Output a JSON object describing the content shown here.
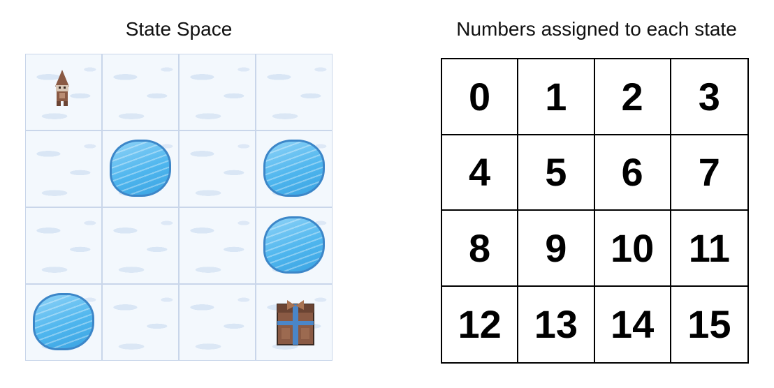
{
  "left_panel": {
    "title": "State Space",
    "tiles": [
      {
        "kind": "start",
        "icon": "elf-icon"
      },
      {
        "kind": "frozen"
      },
      {
        "kind": "frozen"
      },
      {
        "kind": "frozen"
      },
      {
        "kind": "frozen"
      },
      {
        "kind": "hole",
        "icon": "ice-hole-icon"
      },
      {
        "kind": "frozen"
      },
      {
        "kind": "hole",
        "icon": "ice-hole-icon"
      },
      {
        "kind": "frozen"
      },
      {
        "kind": "frozen"
      },
      {
        "kind": "frozen"
      },
      {
        "kind": "hole",
        "icon": "ice-hole-icon"
      },
      {
        "kind": "hole",
        "icon": "ice-hole-icon"
      },
      {
        "kind": "frozen"
      },
      {
        "kind": "frozen"
      },
      {
        "kind": "goal",
        "icon": "gift-box-icon"
      }
    ]
  },
  "right_panel": {
    "title": "Numbers assigned to each state",
    "numbers": [
      "0",
      "1",
      "2",
      "3",
      "4",
      "5",
      "6",
      "7",
      "8",
      "9",
      "10",
      "11",
      "12",
      "13",
      "14",
      "15"
    ]
  },
  "colors": {
    "ice": "#f3f8fd",
    "hole": "#4fb6ee",
    "grid_line": "#c9d6ea",
    "number_border": "#000000"
  }
}
